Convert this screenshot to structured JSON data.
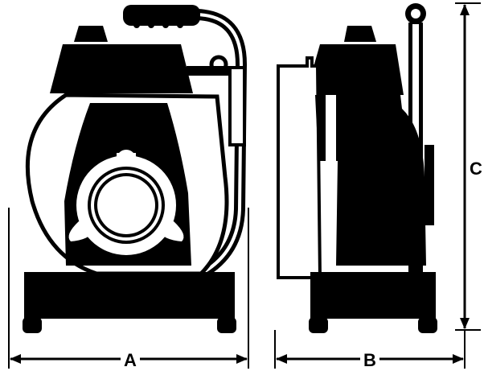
{
  "colors": {
    "ink": "#000000",
    "paper": "#ffffff"
  },
  "views": {
    "front": {
      "icon": "pump-front-view-icon"
    },
    "side": {
      "icon": "pump-side-view-icon"
    }
  },
  "dimensions": {
    "width_label": "A",
    "depth_label": "B",
    "height_label": "C"
  }
}
